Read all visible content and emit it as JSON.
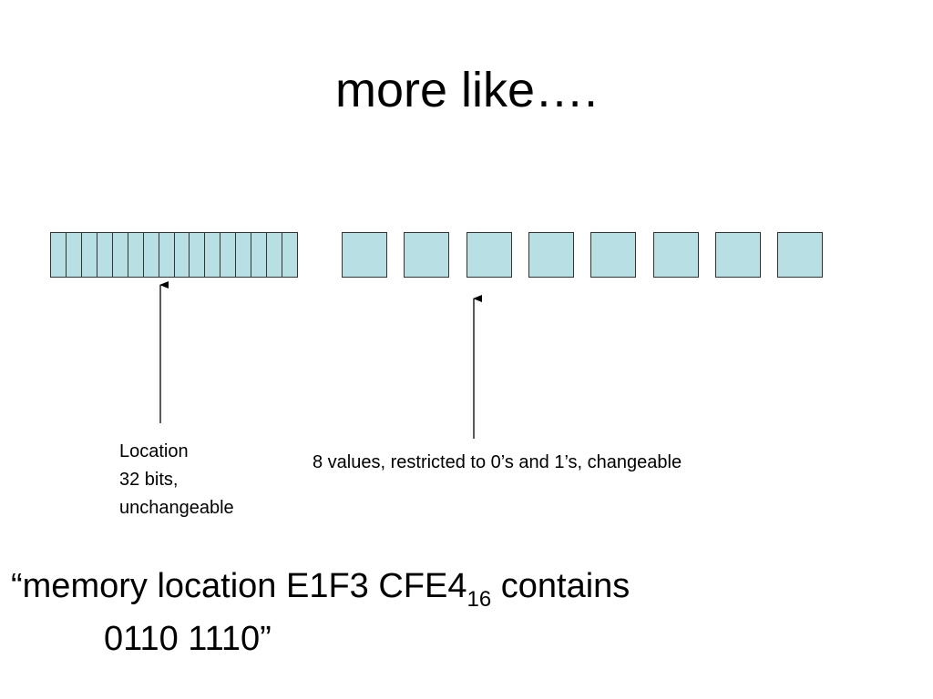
{
  "title": "more like….",
  "diagram": {
    "address_bit_count": 16,
    "value_cell_count": 8,
    "fill_color": "#b8dfe3",
    "stroke_color": "#333333"
  },
  "captions": {
    "location": {
      "line1": "Location",
      "line2": "32 bits,",
      "line3": "unchangeable"
    },
    "values": "8 values, restricted to 0’s and 1’s, changeable"
  },
  "statement": {
    "open_quote": "“",
    "text_before": "memory location E1F3 CFE4",
    "subscript": "16",
    "text_after": " contains",
    "line2": "0110 1110”"
  }
}
